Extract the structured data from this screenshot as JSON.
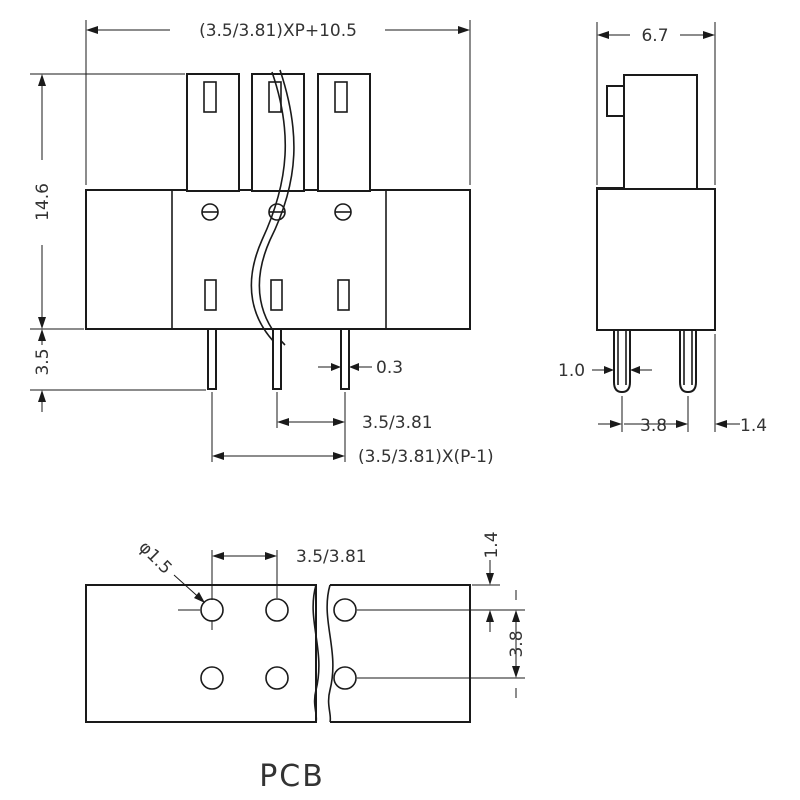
{
  "front_view": {
    "overall_width_label": "(3.5/3.81)XP+10.5",
    "height_label": "14.6",
    "pin_length_label": "3.5",
    "pin_thickness_label": "0.3",
    "pitch_label": "3.5/3.81",
    "pin_span_label": "(3.5/3.81)X(P-1)"
  },
  "side_view": {
    "depth_label": "6.7",
    "pin_diameter_label": "1.0",
    "pin_spacing_label": "3.8",
    "pin_offset_label": "1.4"
  },
  "pcb_view": {
    "hole_diameter_label": "φ1.5",
    "pitch_label": "3.5/3.81",
    "edge_offset_label": "1.4",
    "row_spacing_label": "3.8",
    "title": "PCB"
  }
}
